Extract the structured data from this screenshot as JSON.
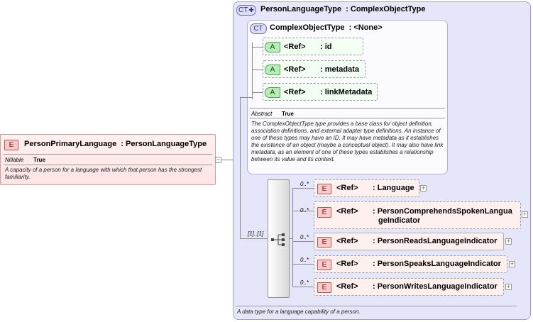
{
  "root_element": {
    "badge": "E",
    "name": "PersonPrimaryLanguage",
    "type": ": PersonLanguageType",
    "nillable_label": "Nillable",
    "nillable_value": "True",
    "description": "A capacity of a person for a language with which that person has the strongest familiarity."
  },
  "complex_type": {
    "badge": "CT",
    "name": "PersonLanguageType",
    "base": ": ComplexObjectType",
    "description": "A data type for a language capability of a person."
  },
  "base_type": {
    "badge": "CT",
    "name": "ComplexObjectType",
    "base": ": <None>",
    "abstract_label": "Abstract",
    "abstract_value": "True",
    "description": "The ComplexObjectType type provides a base class for object definition, association definitions, and external adapter type definitions. An instance of one of these types may have an ID. It may have metadata as it establishes the existence of an object (maybe a conceptual object). It may also have link metadata, as an element of one of these types establishes a relationship between its value and its context."
  },
  "attributes": [
    {
      "badge": "A",
      "ref": "<Ref>",
      "name": ": id"
    },
    {
      "badge": "A",
      "ref": "<Ref>",
      "name": ": metadata"
    },
    {
      "badge": "A",
      "ref": "<Ref>",
      "name": ": linkMetadata"
    }
  ],
  "sequence": {
    "occurrence": "[1]..[1]"
  },
  "children": [
    {
      "badge": "E",
      "occurrence": "0..*",
      "ref": "<Ref>",
      "name": ": Language"
    },
    {
      "badge": "E",
      "occurrence": "0..*",
      "ref": "<Ref>",
      "name_line1": ": PersonComprehendsSpokenLangua",
      "name_line2": "geIndicator"
    },
    {
      "badge": "E",
      "occurrence": "0..*",
      "ref": "<Ref>",
      "name": ": PersonReadsLanguageIndicator"
    },
    {
      "badge": "E",
      "occurrence": "0..*",
      "ref": "<Ref>",
      "name": ": PersonSpeaksLanguageIndicator"
    },
    {
      "badge": "E",
      "occurrence": "0..*",
      "ref": "<Ref>",
      "name": ": PersonWritesLanguageIndicator"
    }
  ],
  "icons": {
    "collapse": "minus-icon",
    "expand": "plus-icon",
    "sequence": "sequence-compositor-icon",
    "derived": "derived-extension-icon"
  },
  "colors": {
    "element_fill": "#ffe4e4",
    "complex_type_fill": "#e6e6fa",
    "attribute_fill": "#f2fff2"
  }
}
